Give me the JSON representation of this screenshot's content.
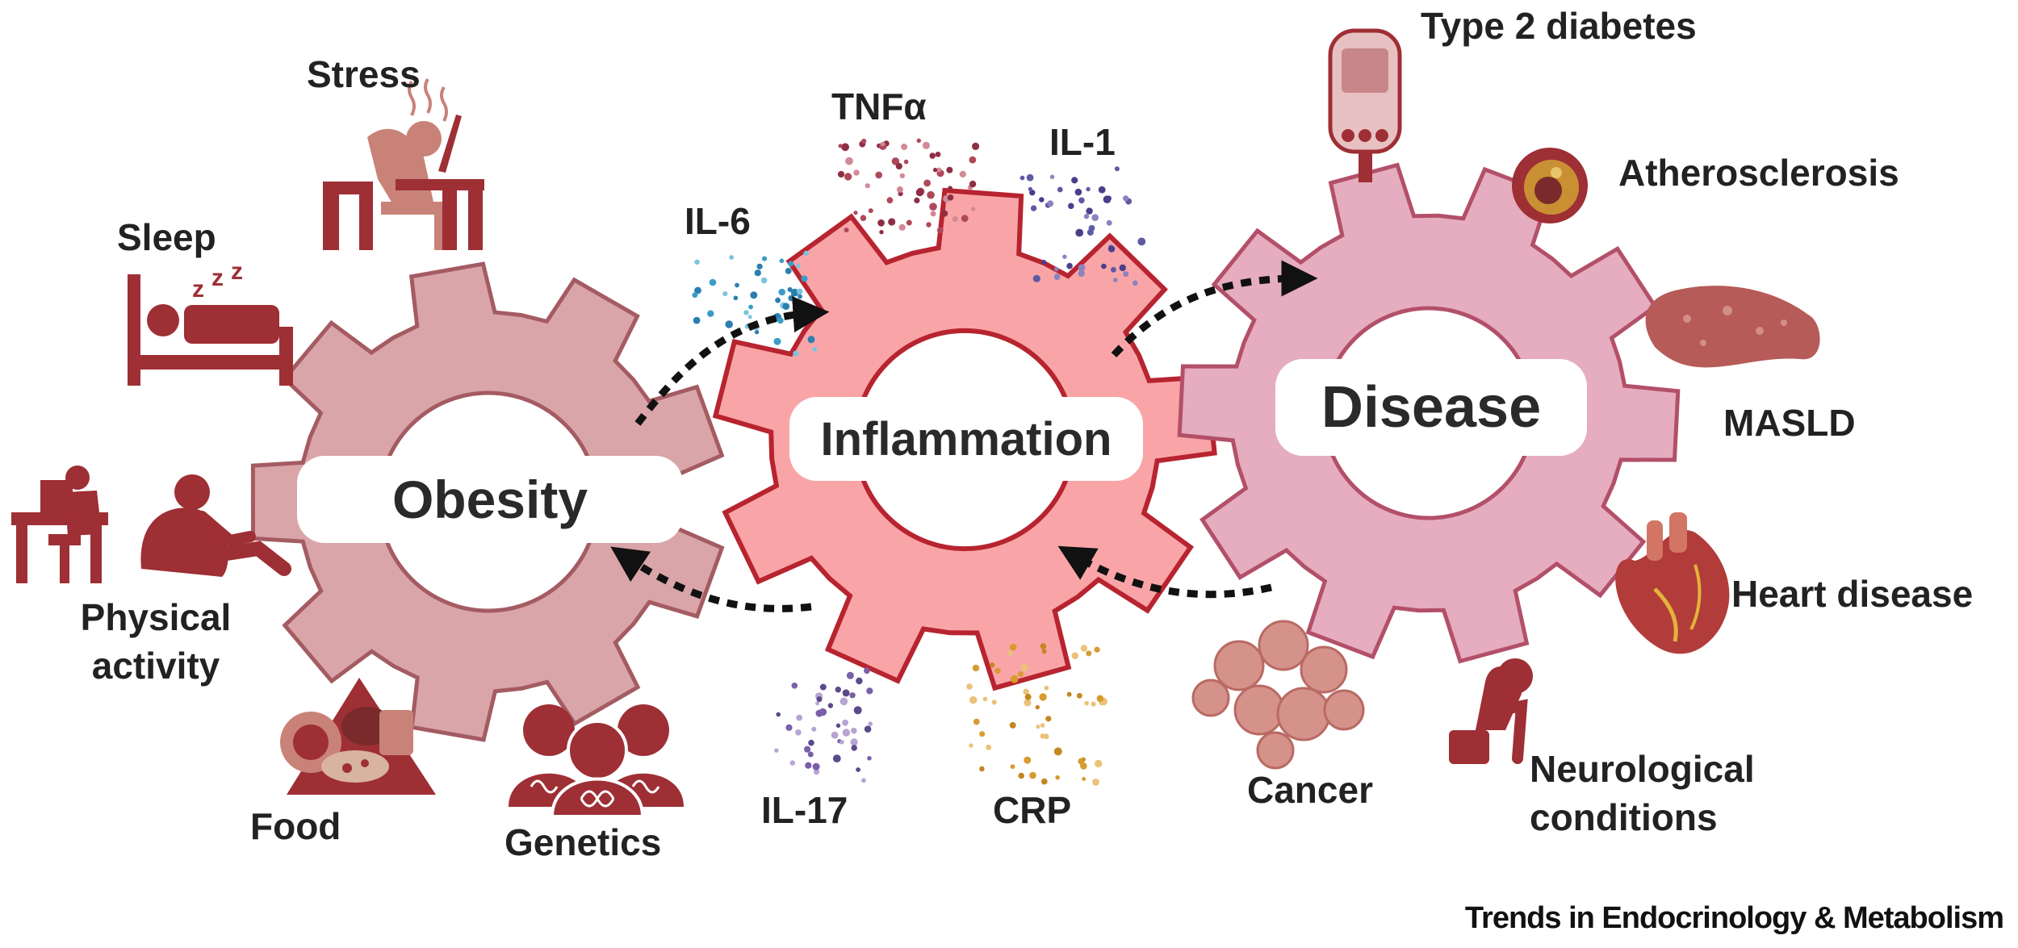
{
  "gears": {
    "obesity": {
      "label": "Obesity",
      "fill": "#d9a5a9",
      "stroke": "#a45b62"
    },
    "inflammation": {
      "label": "Inflammation",
      "fill": "#f9a5a8",
      "stroke": "#b7242f"
    },
    "disease": {
      "label": "Disease",
      "fill": "#e5adbf",
      "stroke": "#b35069"
    }
  },
  "factors": {
    "stress": "Stress",
    "sleep": "Sleep",
    "physical_activity": "Physical activity",
    "food": "Food",
    "genetics": "Genetics"
  },
  "cytokines": {
    "tnfa": "TNFα",
    "il1": "IL-1",
    "il6": "IL-6",
    "il17": "IL-17",
    "crp": "CRP"
  },
  "diseases": {
    "type2_diabetes": "Type 2 diabetes",
    "atherosclerosis": "Atherosclerosis",
    "masld": "MASLD",
    "heart_disease": "Heart disease",
    "neurological": "Neurological conditions",
    "cancer": "Cancer"
  },
  "footer": "Trends in Endocrinology & Metabolism",
  "colors": {
    "icon_red": "#9e2f35",
    "icon_rose": "#c98277",
    "label_text": "#222222",
    "arrow": "#111111"
  }
}
